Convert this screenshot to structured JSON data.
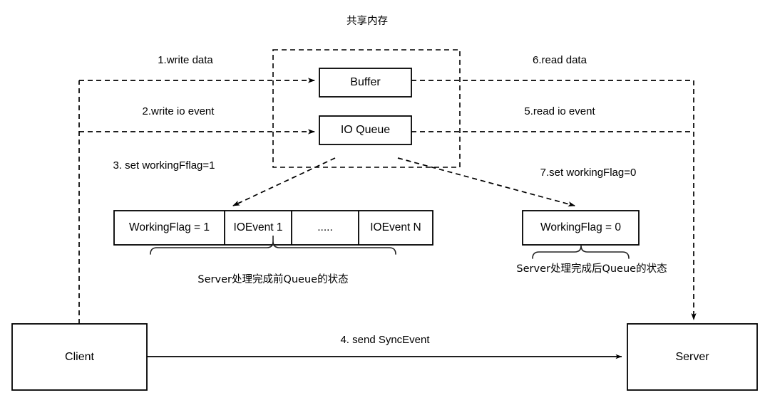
{
  "diagram": {
    "title": "共享内存",
    "shared_memory": {
      "region_label": "共享内存",
      "boxes": [
        {
          "label": "Buffer"
        },
        {
          "label": "IO Queue"
        }
      ]
    },
    "flow_labels": {
      "step1": "1.write data",
      "step2": "2.write io event",
      "step3": "3. set workingFflag=1",
      "step4": "4. send SyncEvent",
      "step5": "5.read io event",
      "step6": "6.read data",
      "step7": "7.set workingFlag=0"
    },
    "queue_before": {
      "cells": [
        "WorkingFlag = 1",
        "IOEvent 1",
        ".....",
        "IOEvent N"
      ],
      "caption": "Server处理完成前Queue的状态"
    },
    "queue_after": {
      "cells": [
        "WorkingFlag = 0"
      ],
      "caption": "Server处理完成后Queue的状态"
    },
    "actors": {
      "client": "Client",
      "server": "Server"
    },
    "colors": {
      "stroke": "#000000",
      "fill": "#ffffff",
      "text": "#000000",
      "background": "#ffffff"
    }
  }
}
